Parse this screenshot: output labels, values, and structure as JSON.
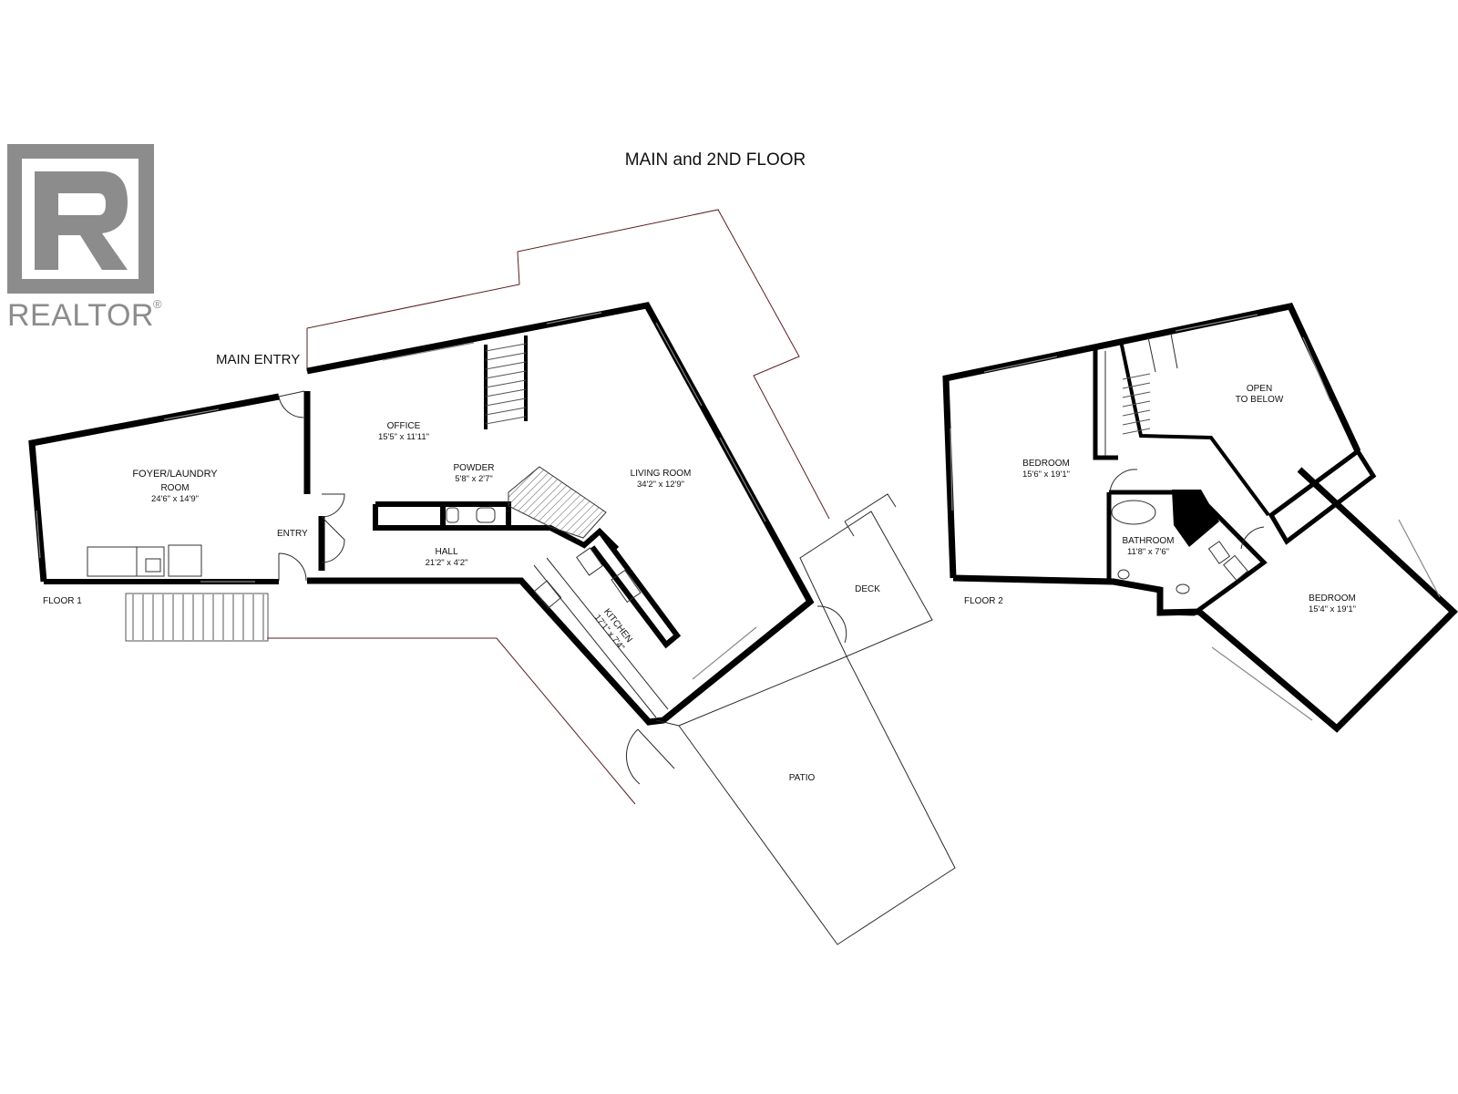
{
  "title": "MAIN and 2ND FLOOR",
  "logo": {
    "text": "REALTOR",
    "mark": "®",
    "color": "#8c8c8c"
  },
  "floor1": {
    "label": "FLOOR 1",
    "main_entry": "MAIN ENTRY",
    "entry": "ENTRY",
    "foyer": {
      "name_line1": "FOYER/LAUNDRY",
      "name_line2": "ROOM",
      "dims": "24'6\" x 14'9\""
    },
    "office": {
      "name": "OFFICE",
      "dims": "15'5\" x 11'11\""
    },
    "powder": {
      "name": "POWDER",
      "dims": "5'8\" x 2'7\""
    },
    "living": {
      "name": "LIVING ROOM",
      "dims": "34'2\" x 12'9\""
    },
    "hall": {
      "name": "HALL",
      "dims": "21'2\" x 4'2\""
    },
    "kitchen": {
      "name": "KITCHEN",
      "dims": "17'1\" x 7'4\""
    },
    "deck": "DECK",
    "patio": "PATIO"
  },
  "floor2": {
    "label": "FLOOR 2",
    "bedroom1": {
      "name": "BEDROOM",
      "dims": "15'6\" x 19'1\""
    },
    "open": {
      "line1": "OPEN",
      "line2": "TO BELOW"
    },
    "bathroom": {
      "name": "BATHROOM",
      "dims": "11'8\" x 7'6\""
    },
    "bedroom2": {
      "name": "BEDROOM",
      "dims": "15'4\" x 19'1\""
    }
  },
  "colors": {
    "wall": "#000000",
    "exterior_outline": "#5a1f1f",
    "logo_grey": "#8c8c8c"
  }
}
